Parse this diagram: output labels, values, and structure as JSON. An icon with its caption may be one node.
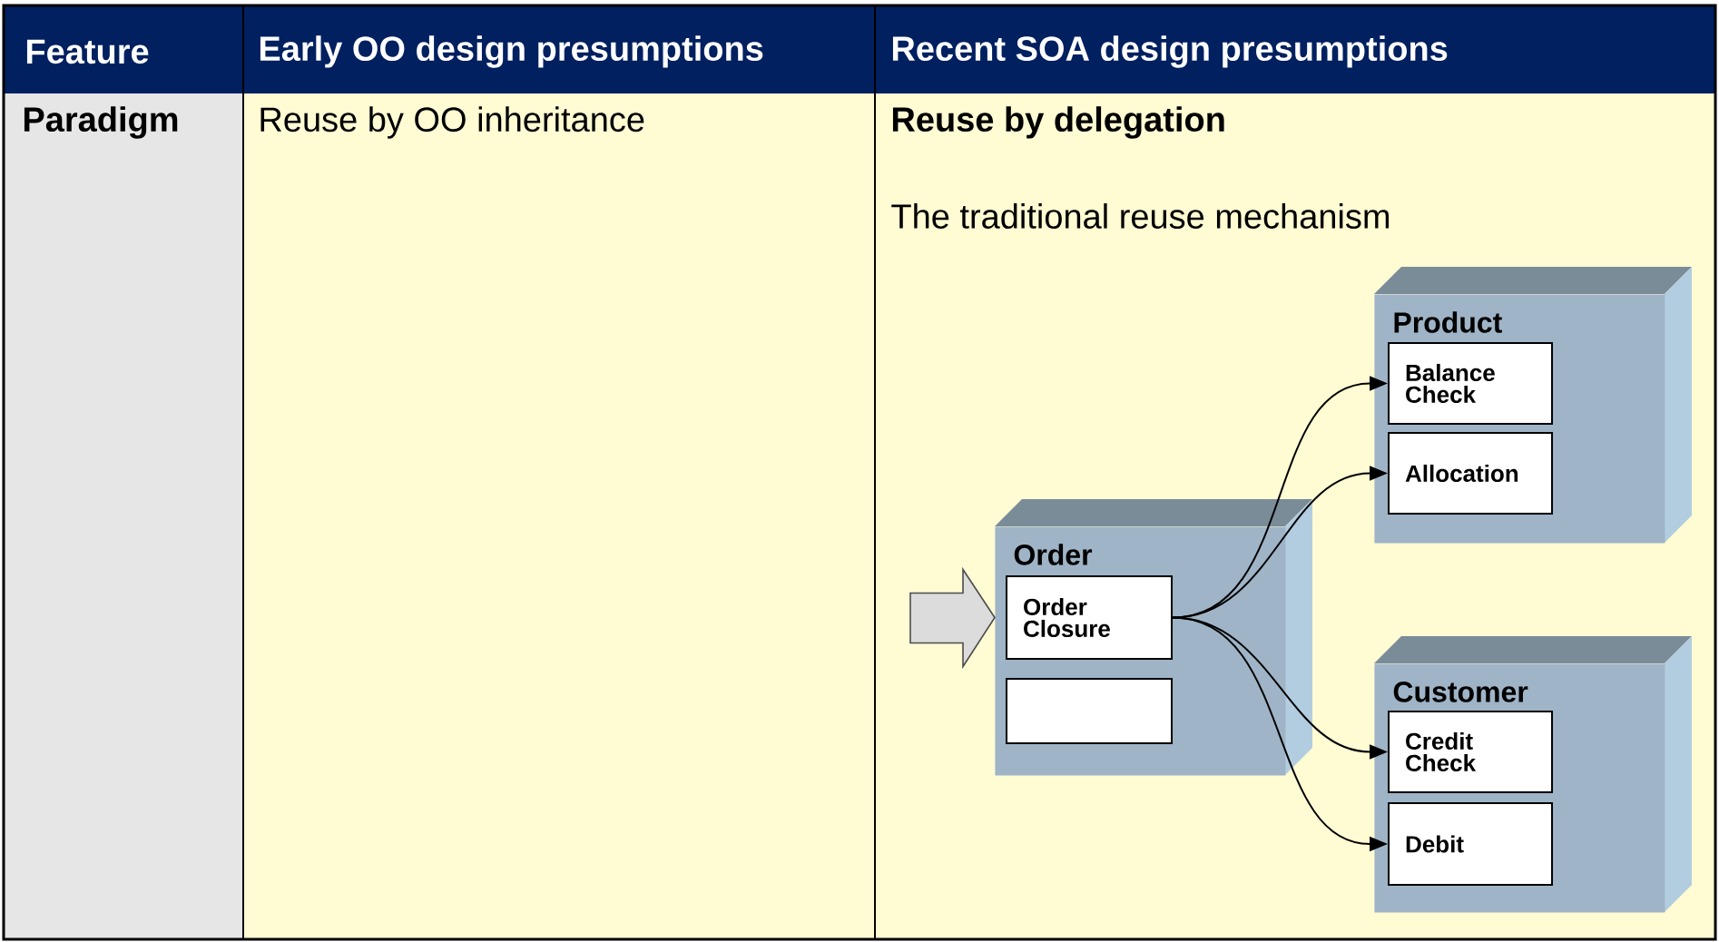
{
  "diagram": {
    "nodes": [
      {
        "text": [
          "Order"
        ]
      },
      {
        "text": [
          "Order Closure"
        ],
        "in": 0
      },
      {
        "text": [],
        "shape": "box",
        "in": 0
      },
      {
        "text": [
          "Product"
        ]
      },
      {
        "text": [
          "Balance Check"
        ],
        "in": 3
      },
      {
        "text": [
          "Allocation"
        ],
        "in": 3
      },
      {
        "text": [
          "Customer"
        ]
      },
      {
        "text": [
          "Credit Check"
        ],
        "in": 6
      },
      {
        "text": [
          "Debit"
        ],
        "in": 6
      }
    ],
    "edges": [
      {
        "from": null,
        "to": 1,
        "arrow": "to",
        "style": "thick"
      },
      {
        "from": 1,
        "to": 4,
        "arrow": "to"
      },
      {
        "from": 1,
        "to": 5,
        "arrow": "to"
      },
      {
        "from": 1,
        "to": 7,
        "arrow": "to"
      },
      {
        "from": 1,
        "to": 8,
        "arrow": "to"
      }
    ],
    "labels": [
      "Feature",
      "Early OO design presumptions",
      "Recent SOA design presumptions",
      "Paradigm",
      "Reuse by OO inheritance",
      "Reuse by delegation",
      "The traditional reuse mechanism"
    ]
  }
}
